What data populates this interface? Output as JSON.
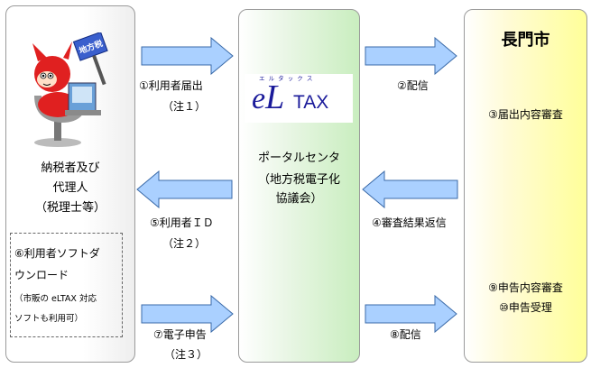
{
  "left": {
    "label_lines": [
      "納税者及び",
      "代理人",
      "（税理士等）"
    ],
    "figure_sign": "地方税",
    "software_box": {
      "title_lines": [
        "⑥利用者ソフトダ",
        "ウンロード"
      ],
      "note_lines": [
        "（市販の eLTAX 対応",
        "ソフトも利用可）"
      ]
    }
  },
  "center": {
    "logo": {
      "ruby": "エ ル タ ッ ク ス",
      "e": "e",
      "L": "L",
      "tax": "TAX"
    },
    "label_lines": [
      "ポータルセンタ",
      "（地方税電子化",
      "協議会）"
    ]
  },
  "right": {
    "title": "長門市",
    "items": [
      "③届出内容審査",
      "⑨申告内容審査",
      "⑩申告受理"
    ]
  },
  "flows": {
    "f1": {
      "label": "①利用者届出",
      "note": "（注１）"
    },
    "f2": {
      "label": "②配信"
    },
    "f4": {
      "label": "④審査結果返信"
    },
    "f5": {
      "label": "⑤利用者ＩＤ",
      "note": "（注２）"
    },
    "f7": {
      "label": "⑦電子申告",
      "note": "（注３）"
    },
    "f8": {
      "label": "⑧配信"
    }
  },
  "colors": {
    "arrow_fill": "#aad0ff",
    "arrow_stroke": "#3a6aa8",
    "center_box": "#c9eebf",
    "right_box": "#ffff99",
    "logo_blue": "#1a1a9a"
  }
}
